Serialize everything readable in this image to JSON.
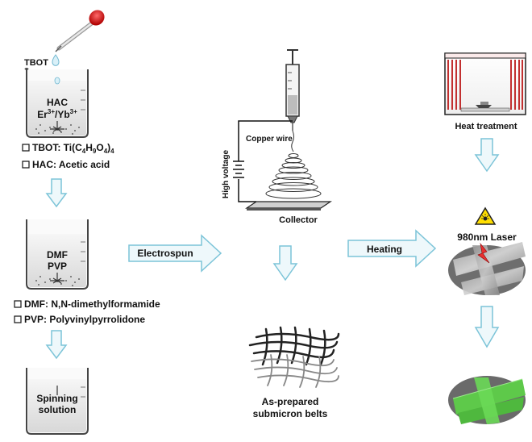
{
  "labels": {
    "tbot": "TBOT",
    "beaker1_line1": "HAC",
    "beaker1_line2_a": "Er",
    "beaker1_line2_sup_a": "3+",
    "beaker1_line2_b": "/Yb",
    "beaker1_line2_sup_b": "3+",
    "beaker2_line1": "DMF",
    "beaker2_line2": "PVP",
    "beaker3_line1": "Spinning",
    "beaker3_line2": "solution",
    "copper_wire": "Copper wire",
    "high_voltage": "High voltage",
    "collector": "Collector",
    "electrospun": "Electrospun",
    "heating": "Heating",
    "as_prepared_1": "As-prepared",
    "as_prepared_2": "submicron belts",
    "heat_treatment": "Heat treatment",
    "laser": "980nm Laser"
  },
  "legend_top": [
    {
      "abbr": "TBOT",
      "desc_prefix": ": Ti(C",
      "s1": "4",
      "m1": "H",
      "s2": "9",
      "m2": "O",
      "s3": "4",
      "m3": ")",
      "s4": "4"
    },
    {
      "abbr": "HAC",
      "desc_plain": ": Acetic acid"
    }
  ],
  "legend_mid": [
    {
      "text": "DMF: N,N-dimethylformamide"
    },
    {
      "text": "PVP: Polyvinylpyrrolidone"
    }
  ],
  "colors": {
    "arrow_fill": "#eef8fb",
    "arrow_stroke": "#7cc4d8",
    "belt_green": "#5ec94a",
    "beaker_fill": "#f2f2f2"
  }
}
